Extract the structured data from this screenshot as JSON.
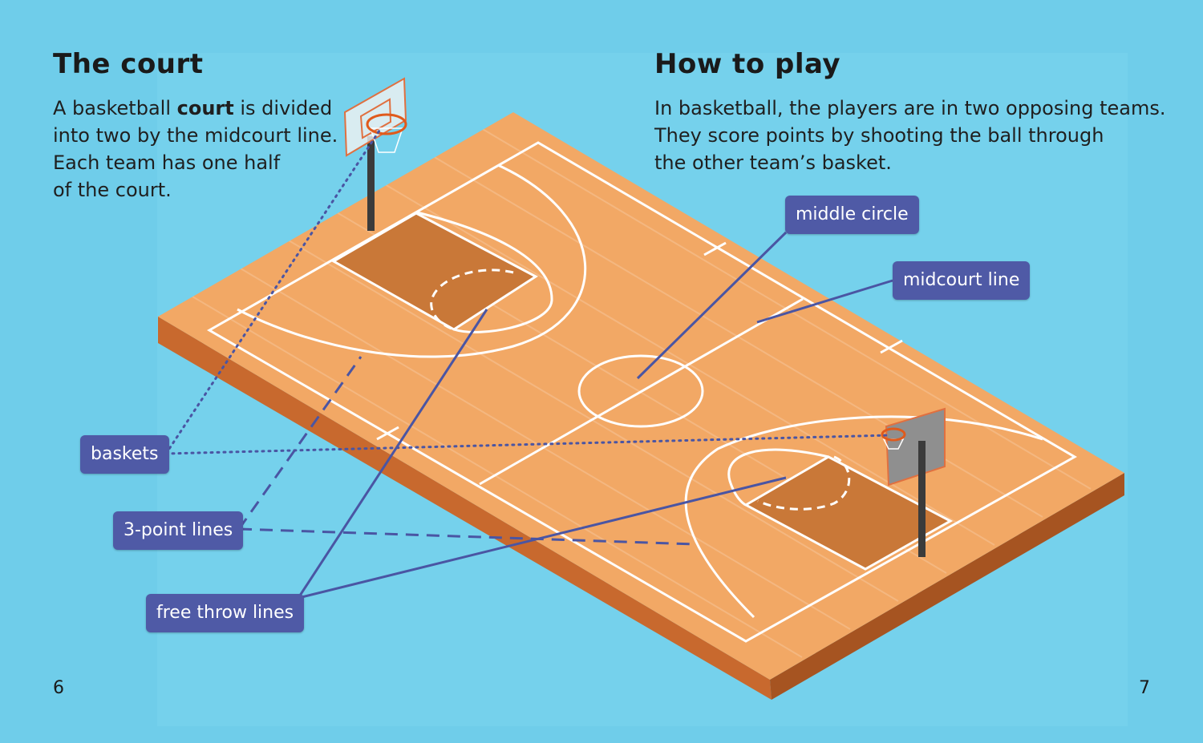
{
  "left_page": {
    "heading": "The court",
    "text_pre": "A basketball ",
    "text_bold": "court",
    "text_line1_rest": " is divided",
    "text_line2": "into two by the midcourt line.",
    "text_line3": "Each team has one half",
    "text_line4": "of the court.",
    "page_number": "6"
  },
  "right_page": {
    "heading": "How to play",
    "text_line1": "In basketball, the players are in two opposing teams.",
    "text_line2": "They score points by shooting the ball through",
    "text_line3": "the other team’s basket.",
    "page_number": "7"
  },
  "labels": {
    "middle_circle": "middle circle",
    "midcourt_line": "midcourt line",
    "baskets": "baskets",
    "three_point_lines": "3-point lines",
    "free_throw_lines": "free throw lines"
  },
  "colors": {
    "background": "#6fcdea",
    "label_fill": "#4f5aa6",
    "court_floor": "#f2a865",
    "court_side": "#c8692e",
    "key_area": "#c97838"
  }
}
